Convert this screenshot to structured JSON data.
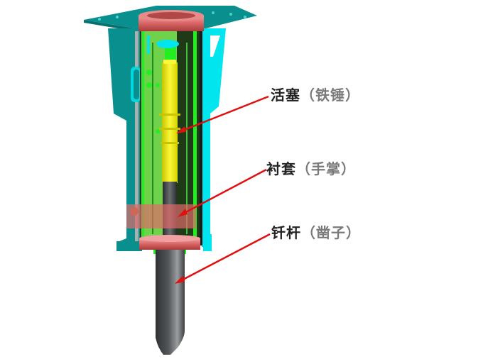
{
  "diagram": {
    "subject": "hydraulic breaker cross-section",
    "labels": [
      {
        "id": "piston",
        "main": "活塞",
        "alias": "（铁锤）"
      },
      {
        "id": "bushing",
        "main": "衬套",
        "alias": "（手掌）"
      },
      {
        "id": "chisel",
        "main": "钎杆",
        "alias": "（凿子）"
      }
    ],
    "colors": {
      "housing": "#0a8f8f",
      "housing_light": "#00e5ee",
      "cylinder_green": "#6fd24a",
      "cylinder_dark": "#1e3a16",
      "bright_green": "#22ee22",
      "piston_yellow": "#f2ee10",
      "ring_red": "#d86060",
      "chisel_gray": "#4a4d4f",
      "arrow_red": "#e01010"
    }
  }
}
